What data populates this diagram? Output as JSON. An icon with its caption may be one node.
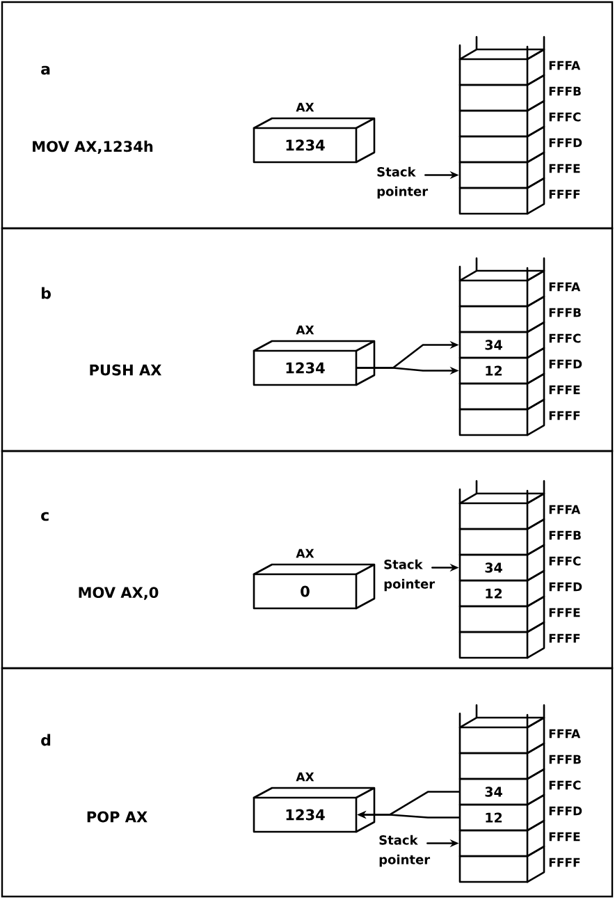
{
  "diagram": {
    "nodes": [
      {
        "text": [
          "a",
          "MOV AX,1234h"
        ]
      },
      {
        "text": [
          "1234"
        ],
        "beside": [
          "AX"
        ],
        "in": 0
      },
      {
        "text": [],
        "shape": "box",
        "beside": [
          "FFFA"
        ],
        "in": 0
      },
      {
        "text": [],
        "shape": "box",
        "beside": [
          "FFFB"
        ],
        "in": 0
      },
      {
        "text": [],
        "shape": "box",
        "beside": [
          "FFFC"
        ],
        "in": 0
      },
      {
        "text": [],
        "shape": "box",
        "beside": [
          "FFFD"
        ],
        "in": 0
      },
      {
        "text": [],
        "shape": "box",
        "beside": [
          "FFFE"
        ],
        "in": 0
      },
      {
        "text": [],
        "shape": "box",
        "beside": [
          "FFFF"
        ],
        "in": 0
      },
      {
        "text": [
          "Stack pointer"
        ],
        "in": 0
      },
      {
        "text": [
          "b",
          "PUSH AX"
        ]
      },
      {
        "text": [
          "1234"
        ],
        "beside": [
          "AX"
        ],
        "in": 9
      },
      {
        "text": [],
        "shape": "box",
        "beside": [
          "FFFA"
        ],
        "in": 9
      },
      {
        "text": [],
        "shape": "box",
        "beside": [
          "FFFB"
        ],
        "in": 9
      },
      {
        "text": [
          "34"
        ],
        "beside": [
          "FFFC"
        ],
        "in": 9
      },
      {
        "text": [
          "12"
        ],
        "beside": [
          "FFFD"
        ],
        "in": 9
      },
      {
        "text": [],
        "shape": "box",
        "beside": [
          "FFFE"
        ],
        "in": 9
      },
      {
        "text": [],
        "shape": "box",
        "beside": [
          "FFFF"
        ],
        "in": 9
      },
      {
        "text": [
          "c",
          "MOV AX,0"
        ]
      },
      {
        "text": [
          "0"
        ],
        "beside": [
          "AX"
        ],
        "in": 17
      },
      {
        "text": [],
        "shape": "box",
        "beside": [
          "FFFA"
        ],
        "in": 17
      },
      {
        "text": [],
        "shape": "box",
        "beside": [
          "FFFB"
        ],
        "in": 17
      },
      {
        "text": [
          "34"
        ],
        "beside": [
          "FFFC"
        ],
        "in": 17
      },
      {
        "text": [
          "12"
        ],
        "beside": [
          "FFFD"
        ],
        "in": 17
      },
      {
        "text": [],
        "shape": "box",
        "beside": [
          "FFFE"
        ],
        "in": 17
      },
      {
        "text": [],
        "shape": "box",
        "beside": [
          "FFFF"
        ],
        "in": 17
      },
      {
        "text": [
          "Stack pointer"
        ],
        "in": 17
      },
      {
        "text": [
          "d",
          "POP AX"
        ]
      },
      {
        "text": [
          "1234"
        ],
        "beside": [
          "AX"
        ],
        "in": 26
      },
      {
        "text": [],
        "shape": "box",
        "beside": [
          "FFFA"
        ],
        "in": 26
      },
      {
        "text": [],
        "shape": "box",
        "beside": [
          "FFFB"
        ],
        "in": 26
      },
      {
        "text": [
          "34"
        ],
        "beside": [
          "FFFC"
        ],
        "in": 26
      },
      {
        "text": [
          "12"
        ],
        "beside": [
          "FFFD"
        ],
        "in": 26
      },
      {
        "text": [],
        "shape": "box",
        "beside": [
          "FFFE"
        ],
        "in": 26
      },
      {
        "text": [],
        "shape": "box",
        "beside": [
          "FFFF"
        ],
        "in": 26
      },
      {
        "text": [
          "Stack pointer"
        ],
        "in": 26
      }
    ],
    "edges": [
      {
        "from": 8,
        "to": 6,
        "arrow": "to"
      },
      {
        "from": 10,
        "to": 13,
        "arrow": "to"
      },
      {
        "from": 10,
        "to": 14,
        "arrow": "to"
      },
      {
        "from": 25,
        "to": 21,
        "arrow": "to"
      },
      {
        "from": 30,
        "to": 27,
        "arrow": "to"
      },
      {
        "from": 31,
        "to": 27,
        "arrow": "to"
      },
      {
        "from": 34,
        "to": 32,
        "arrow": "to"
      }
    ]
  }
}
